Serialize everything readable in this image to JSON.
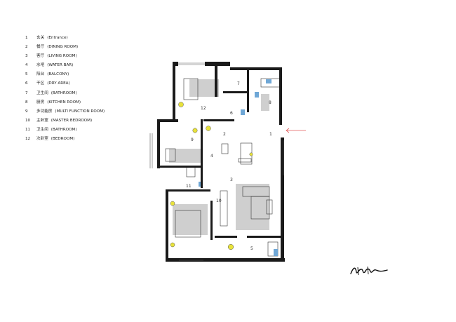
{
  "legend": [
    {
      "num": "1",
      "name": "玄关",
      "en": "(Entrance)"
    },
    {
      "num": "2",
      "name": "餐厅",
      "en": "(DINING ROOM)"
    },
    {
      "num": "3",
      "name": "客厅",
      "en": "(LIVING ROOM)"
    },
    {
      "num": "4",
      "name": "水吧",
      "en": "(WATER BAR)"
    },
    {
      "num": "5",
      "name": "阳台",
      "en": "(BALCONY)"
    },
    {
      "num": "6",
      "name": "干区",
      "en": "(DRY AREA)"
    },
    {
      "num": "7",
      "name": "卫生间",
      "en": "(BATHROOM)"
    },
    {
      "num": "8",
      "name": "厨房",
      "en": "(KITCHEN ROOM)"
    },
    {
      "num": "9",
      "name": "多功能房",
      "en": "(MULTI FUNCTION ROOM)"
    },
    {
      "num": "10",
      "name": "主卧室",
      "en": "(MASTER BEDROOM)"
    },
    {
      "num": "11",
      "name": "卫生间",
      "en": "(BATHROOM)"
    },
    {
      "num": "12",
      "name": "次卧室",
      "en": "(BEDROOM)"
    }
  ],
  "plan_labels": {
    "r1": "1",
    "r2": "2",
    "r3": "3",
    "r4": "4",
    "r5": "5",
    "r6": "6",
    "r7": "7",
    "r8": "8",
    "r9": "9",
    "r10": "10",
    "r11": "11",
    "r12": "12"
  },
  "colors": {
    "wall": "#1a1a1a",
    "floor_gray": "#cfcfcf",
    "fixture_blue": "#6fa7d6",
    "lamp_yellow": "#e8e23a",
    "entry_arrow": "#e05a5a"
  }
}
